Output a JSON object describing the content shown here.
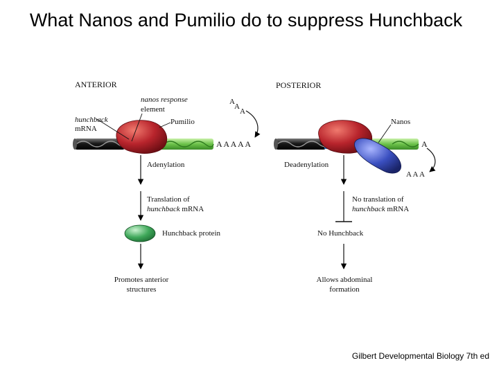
{
  "slide": {
    "title": "What Nanos and Pumilio do to suppress Hunchback",
    "citation": "Gilbert Developmental Biology 7th ed"
  },
  "anterior": {
    "heading": "ANTERIOR",
    "nre_label_1": "nanos response",
    "nre_label_2": "element",
    "mrna_label_1": "hunchback",
    "mrna_label_2": "mRNA",
    "pumilio_label": "Pumilio",
    "polya_tail": "A A A A A",
    "added_a_1": "A",
    "added_a_2": "A",
    "added_a_3": "A",
    "step_1": "Adenylation",
    "step_2_line_1": "Translation of",
    "step_2_line_2_italic": "hunchback",
    "step_2_line_2_rest": " mRNA",
    "protein_label": "Hunchback protein",
    "outcome_1": "Promotes anterior",
    "outcome_2": "structures"
  },
  "posterior": {
    "heading": "POSTERIOR",
    "nanos_label": "Nanos",
    "tail_a": "A",
    "removed_a": "A A A",
    "step_1": "Deadenylation",
    "step_2_line_1": "No translation of",
    "step_2_line_2_italic": "hunchback",
    "step_2_line_2_rest": " mRNA",
    "result": "No Hunchback",
    "outcome_1": "Allows abdominal",
    "outcome_2": "formation"
  },
  "colors": {
    "mrna_dark": "#1a1a1a",
    "mrna_grey": "#8c8c8c",
    "mrna_green": "#6cc24a",
    "nre_blue": "#2a7fd4",
    "pumilio_red": "#b8242c",
    "nanos_blue": "#3a4fc0",
    "hunchback_green": "#3fa85a",
    "label_text": "#111111"
  }
}
